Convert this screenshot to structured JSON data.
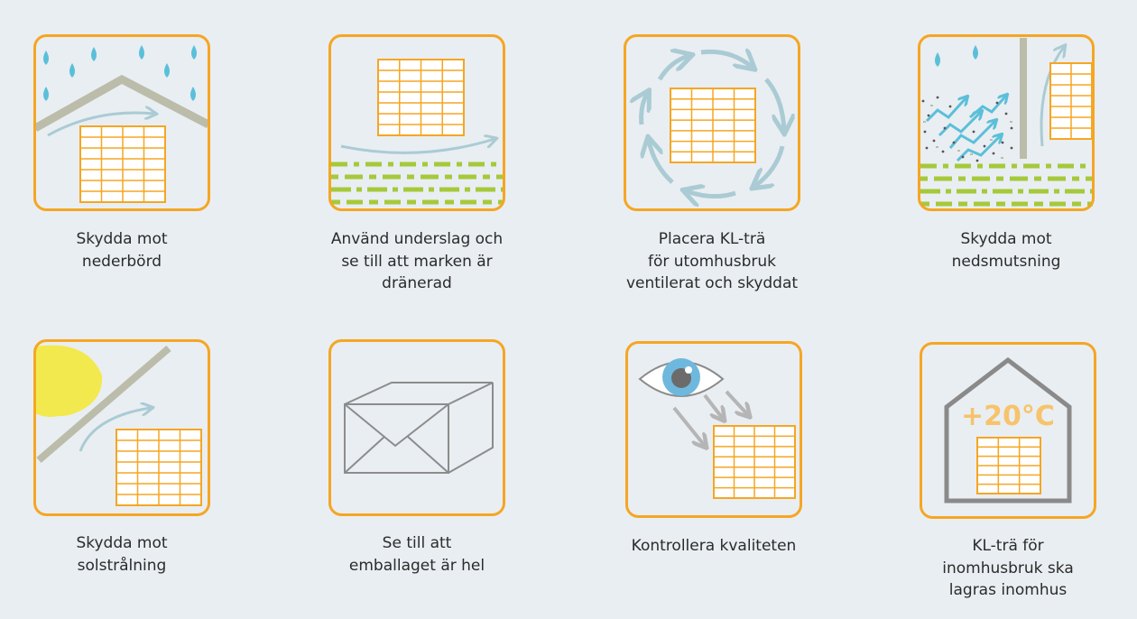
{
  "colors": {
    "background": "#e9eef2",
    "frame": "#f5a623",
    "rain": "#5bbfd9",
    "roof": "#bcbcaa",
    "arrow": "#aacbd4",
    "grass": "#a5c93a",
    "sun": "#f2e94e",
    "package": "#8c8c8c",
    "eye_iris": "#6fb8dd",
    "house": "#8a8a8a",
    "temperature": "#f7c36b"
  },
  "tiles": [
    {
      "icon": "rain-roof-icon",
      "caption_lines": [
        "Skydda mot",
        "nederbörd"
      ]
    },
    {
      "icon": "ground-underlay-icon",
      "caption_lines": [
        "Använd underslag och",
        "se till att marken är",
        "dränerad"
      ]
    },
    {
      "icon": "ventilation-cycle-icon",
      "caption_lines": [
        "Placera KL-trä",
        "för utomhusbruk",
        "ventilerat och skyddat"
      ]
    },
    {
      "icon": "dirt-splash-icon",
      "caption_lines": [
        "Skydda mot",
        "nedsmutsning"
      ]
    },
    {
      "icon": "sun-shield-icon",
      "caption_lines": [
        "Skydda mot",
        "solstrålning"
      ]
    },
    {
      "icon": "package-icon",
      "caption_lines": [
        "Se till att",
        "emballaget är hel"
      ]
    },
    {
      "icon": "eye-inspection-icon",
      "caption_lines": [
        "Kontrollera kvaliteten"
      ]
    },
    {
      "icon": "house-temperature-icon",
      "caption_lines": [
        "KL-trä för",
        "inomhusbruk ska",
        "lagras inomhus"
      ],
      "temperature": "+20°C"
    }
  ]
}
